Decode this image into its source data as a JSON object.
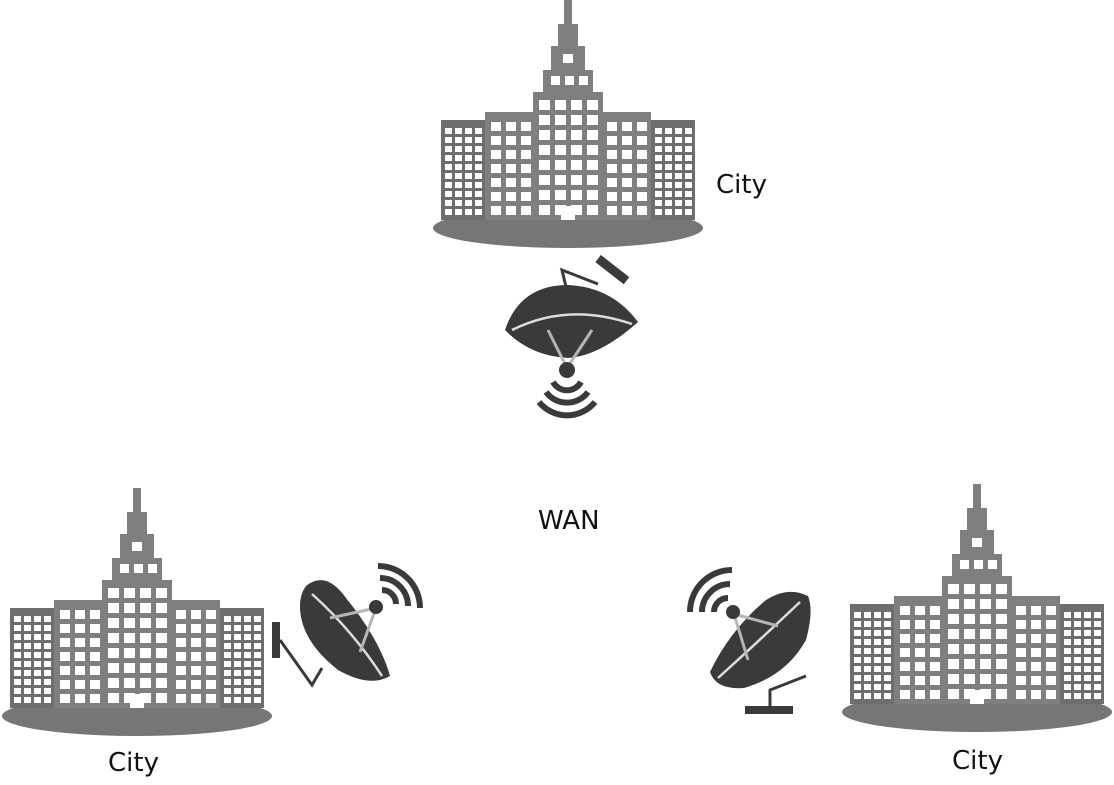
{
  "diagram": {
    "center_label": "WAN",
    "sites": [
      {
        "name": "top-city",
        "label": "City"
      },
      {
        "name": "left-city",
        "label": "City"
      },
      {
        "name": "right-city",
        "label": "City"
      }
    ]
  },
  "colors": {
    "building": "#7f7f7f",
    "building_dark": "#6e6e6e",
    "window": "#ffffff",
    "ground": "#767676",
    "dish": "#3a3a3a",
    "dish_highlight": "#dcdcdc",
    "text": "#111111"
  },
  "icons": [
    "building-icon",
    "satellite-dish-icon",
    "signal-waves-icon"
  ]
}
